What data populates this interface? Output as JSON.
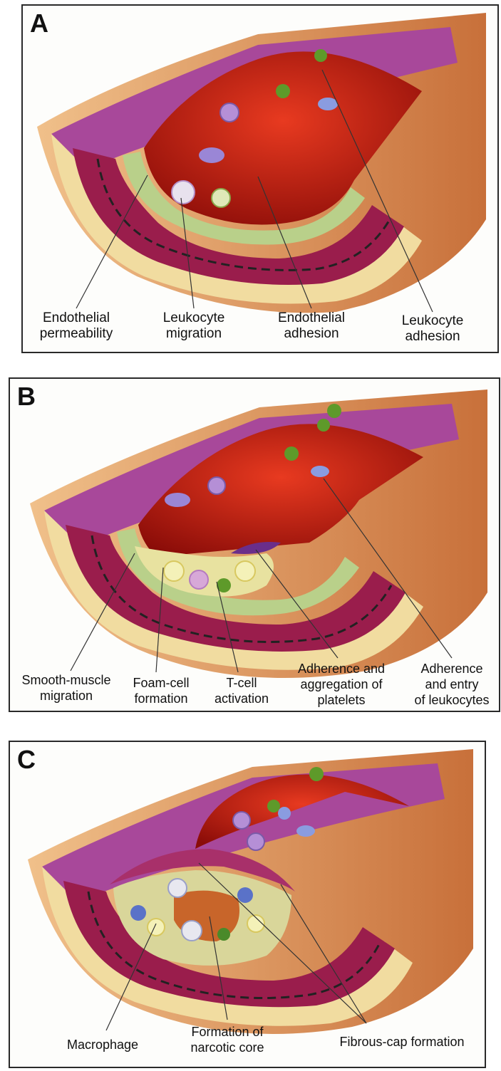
{
  "panels": {
    "a": {
      "letter": "A",
      "labels": [
        {
          "line1": "Endothelial",
          "line2": "permeability"
        },
        {
          "line1": "Leukocyte",
          "line2": "migration"
        },
        {
          "line1": "Endothelial",
          "line2": "adhesion"
        },
        {
          "line1": "Leukocyte",
          "line2": "adhesion"
        }
      ]
    },
    "b": {
      "letter": "B",
      "labels": [
        {
          "line1": "Smooth-muscle",
          "line2": "migration"
        },
        {
          "line1": "Foam-cell",
          "line2": "formation"
        },
        {
          "line1": "T-cell",
          "line2": "activation"
        },
        {
          "line1": "Adherence and",
          "line2": "aggregation of",
          "line3": "platelets"
        },
        {
          "line1": "Adherence",
          "line2": "and entry",
          "line3": "of leukocytes"
        }
      ]
    },
    "c": {
      "letter": "C",
      "labels": [
        {
          "line1": "Macrophage"
        },
        {
          "line1": "Formation of",
          "line2": "narcotic core"
        },
        {
          "line1": "Fibrous-cap formation"
        }
      ]
    }
  },
  "colors": {
    "lumen": "#d8281a",
    "wall": "#9a1d4c",
    "intima": "#b9d08a",
    "adventitia": "#f1dca0",
    "endothelium": "#b0559c",
    "outer": "#e2a063",
    "leukocyte": "#9a86d6",
    "platelet": "#5e9a2a",
    "foam_cell": "#f4f1b8",
    "core": "#c8652a"
  }
}
